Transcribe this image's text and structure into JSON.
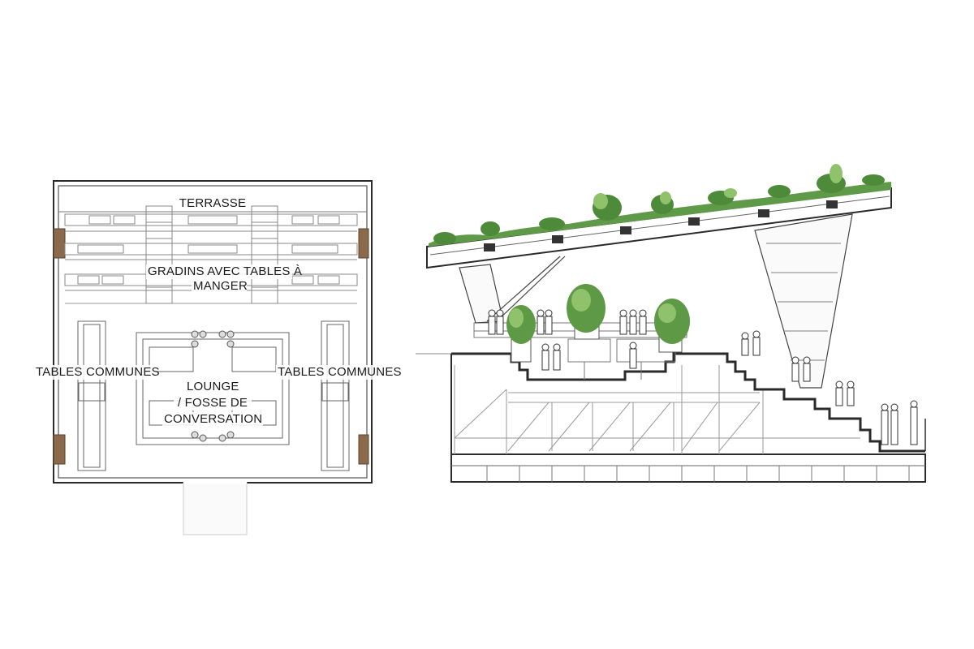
{
  "plan": {
    "labels": {
      "terrasse": "TERRASSE",
      "gradins_line1": "GRADINS AVEC TABLES À",
      "gradins_line2": "MANGER",
      "tables_left": "TABLES COMMUNES",
      "tables_right": "TABLES COMMUNES",
      "lounge_line1": "LOUNGE",
      "lounge_line2": "/ FOSSE DE",
      "lounge_line3": "CONVERSATION"
    }
  },
  "colors": {
    "line": "#2a2a2a",
    "light_line": "#9a9a9a",
    "wood": "#8a6a4a",
    "plant_dark": "#3f7a35",
    "plant_light": "#8fc26a",
    "background": "#ffffff"
  }
}
